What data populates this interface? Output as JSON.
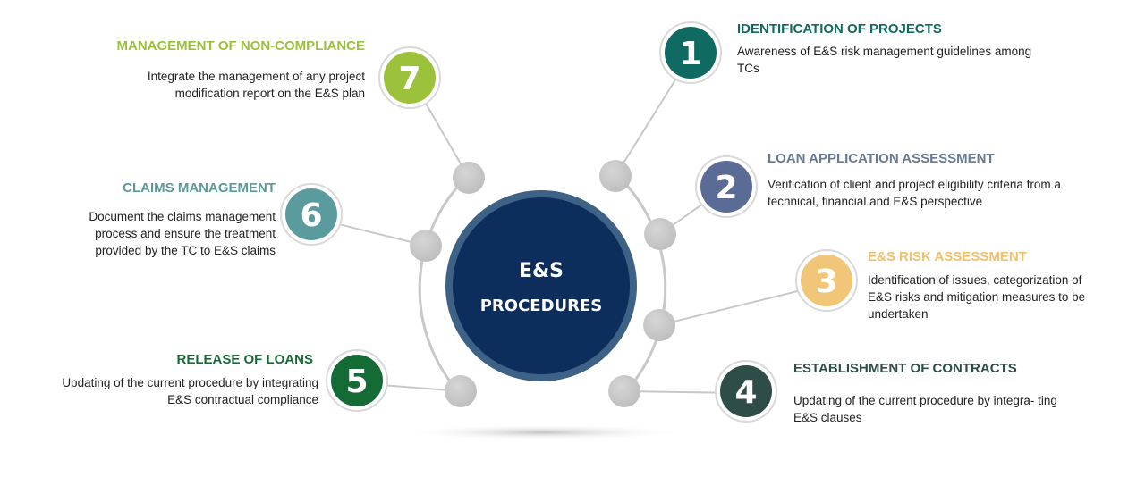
{
  "center": {
    "line1": "E&S",
    "line2": "PROCEDURES"
  },
  "steps": [
    {
      "number": "1",
      "title": "IDENTIFICATION OF PROJECTS",
      "description": "Awareness of E&S risk management guidelines among TCs",
      "color": "#0f6a61"
    },
    {
      "number": "2",
      "title": "LOAN APPLICATION ASSESSMENT",
      "description": "Verification of client and project eligibility criteria from a technical, financial and E&S perspective",
      "color": "#5a6b96"
    },
    {
      "number": "3",
      "title": "E&S RISK ASSESSMENT",
      "description": "Identification of issues, categorization of E&S risks and mitigation measures to be undertaken",
      "color": "#f2c678"
    },
    {
      "number": "4",
      "title": "ESTABLISHMENT OF CONTRACTS",
      "description": "Updating of the current procedure by integra- ting E&S clauses",
      "color": "#2e4d48"
    },
    {
      "number": "5",
      "title": "RELEASE OF LOANS",
      "description": "Updating of the current procedure by integrating E&S contractual compliance",
      "color": "#156b35"
    },
    {
      "number": "6",
      "title": "CLAIMS MANAGEMENT",
      "description": "Document the claims management process and ensure the treatment provided by the TC to E&S claims",
      "color": "#5a9b9e"
    },
    {
      "number": "7",
      "title": "MANAGEMENT OF NON-COMPLIANCE",
      "description": "Integrate the management of any project modification report on the E&S plan",
      "color": "#9cc23c"
    }
  ],
  "colors": {
    "title_1": "#0f6a61",
    "title_2": "#677a93",
    "title_3": "#f2bf6a",
    "title_4": "#2e4d48",
    "title_5": "#156b35",
    "title_6": "#5a9b9e",
    "title_7": "#9cc23c",
    "center_fill": "#0d2e5c",
    "center_ring": "#3e6186",
    "connector": "#c8c8c8"
  }
}
